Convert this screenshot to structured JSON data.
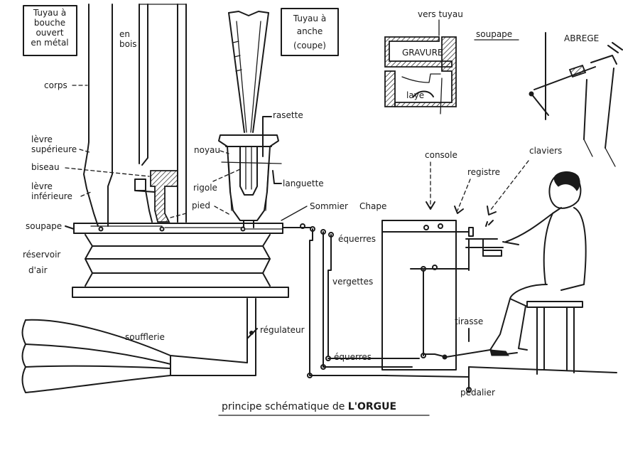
{
  "colors": {
    "ink": "#1a1a1a",
    "paper": "#ffffff"
  },
  "boxes": {
    "tuyau_bouche": [
      "Tuyau à",
      "bouche",
      "ouvert",
      "en métal"
    ],
    "tuyau_anche": [
      "Tuyau à",
      "anche",
      "(coupe)"
    ]
  },
  "labels": {
    "en_bois": [
      "en",
      "bois"
    ],
    "corps": "corps",
    "levre_sup": [
      "lèvre",
      "supérieure"
    ],
    "biseau": "biseau",
    "levre_inf": [
      "lèvre",
      "inférieure"
    ],
    "soupape": "soupape",
    "reservoir": [
      "réservoir",
      "d'air"
    ],
    "rasette": "rasette",
    "noyau": "noyau",
    "rigole": "rigole",
    "languette": "languette",
    "pied": "pied",
    "sommier": "Sommier",
    "chape": "Chape",
    "equerres_top": "équerres",
    "vergettes": "vergettes",
    "equerres_bottom": "équerres",
    "soufflerie": "soufflerie",
    "regulateur": "régulateur",
    "console": "console",
    "registre": "registre",
    "claviers": "claviers",
    "tirasse": "tirasse",
    "pedalier": "pédalier",
    "vers_tuyau": "vers tuyau",
    "soupape_detail": "soupape",
    "gravure": "GRAVURE",
    "laye": "laye",
    "abrege": "ABREGE"
  },
  "caption": {
    "text": "principe schématique de ",
    "title": "L'ORGUE"
  }
}
